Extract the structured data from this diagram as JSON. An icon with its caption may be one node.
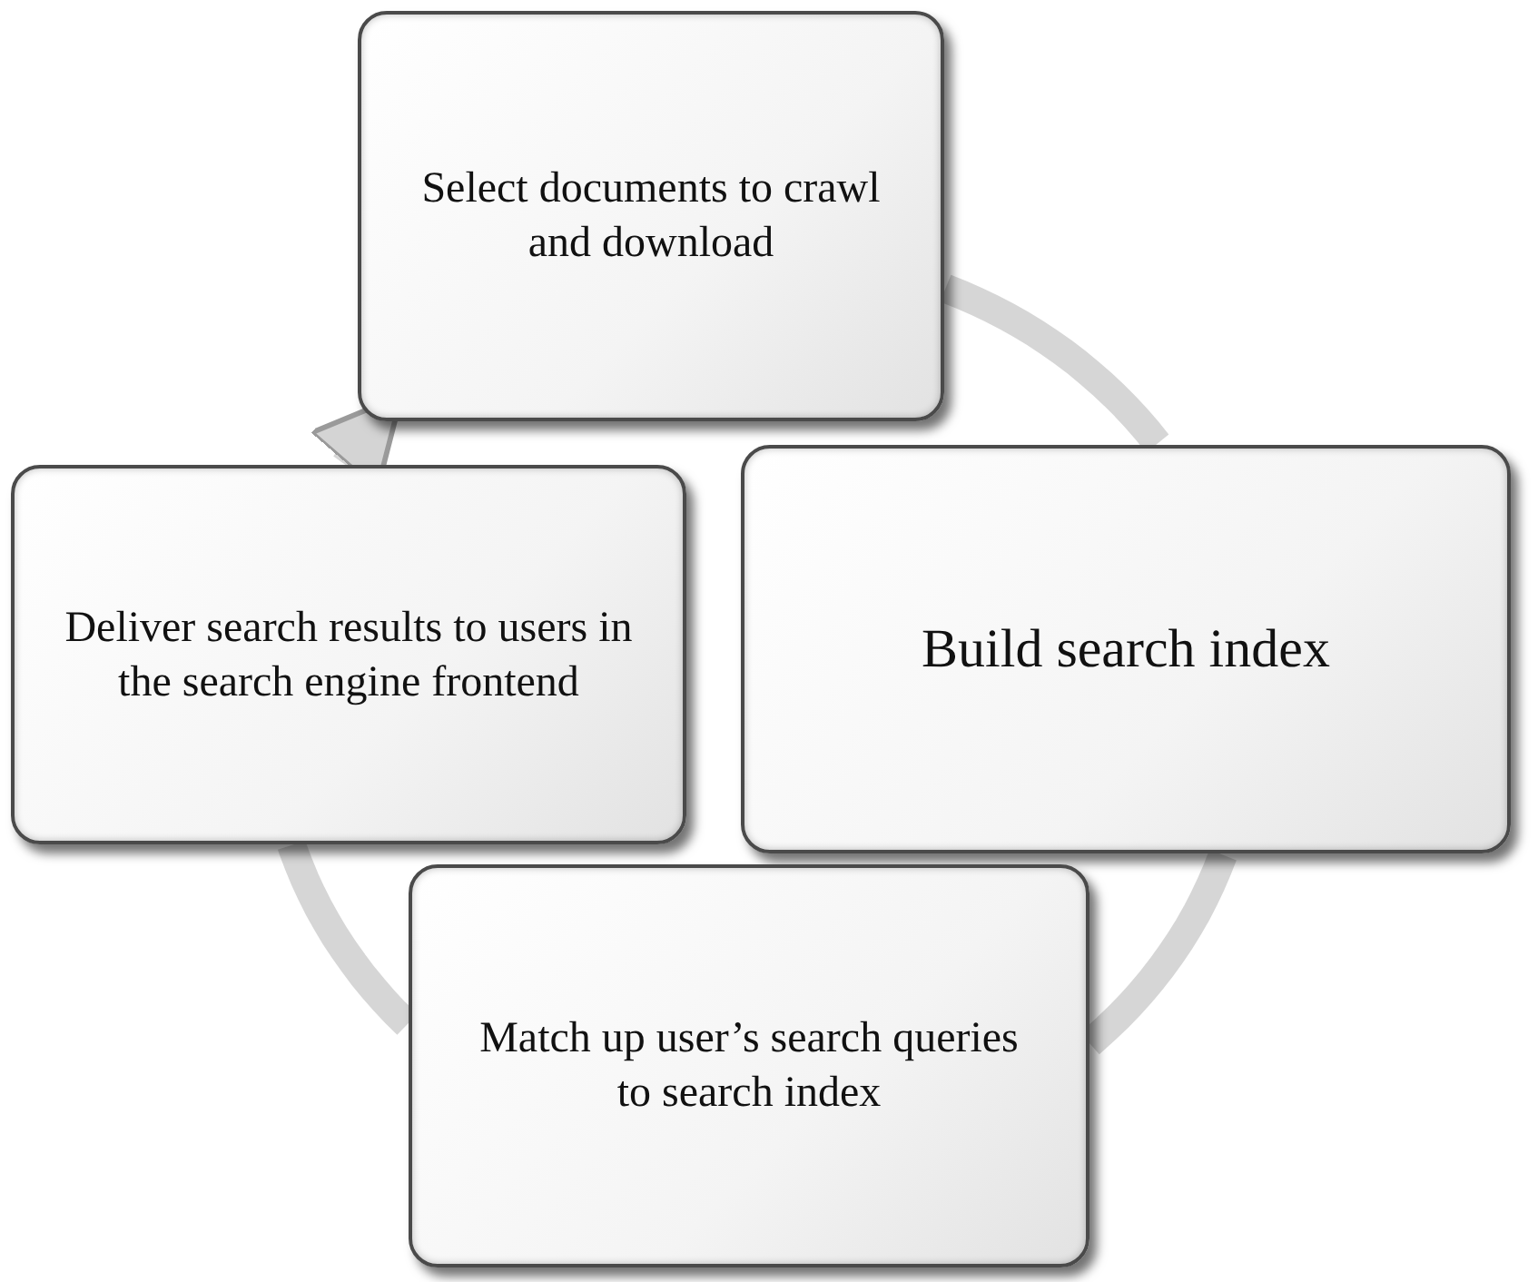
{
  "diagram": {
    "nodes": [
      {
        "text": [
          "Select documents to crawl and download"
        ]
      },
      {
        "text": [
          "Build search index"
        ]
      },
      {
        "text": [
          "Match up user’s search queries to search index"
        ]
      },
      {
        "text": [
          "Deliver search results to users in the search engine frontend"
        ]
      }
    ],
    "edges": [
      {
        "from": 0,
        "to": 1,
        "arrow": "none"
      },
      {
        "from": 1,
        "to": 2,
        "arrow": "none"
      },
      {
        "from": 2,
        "to": 3,
        "arrow": "none"
      },
      {
        "from": 3,
        "to": 0,
        "arrow": "to"
      }
    ]
  }
}
